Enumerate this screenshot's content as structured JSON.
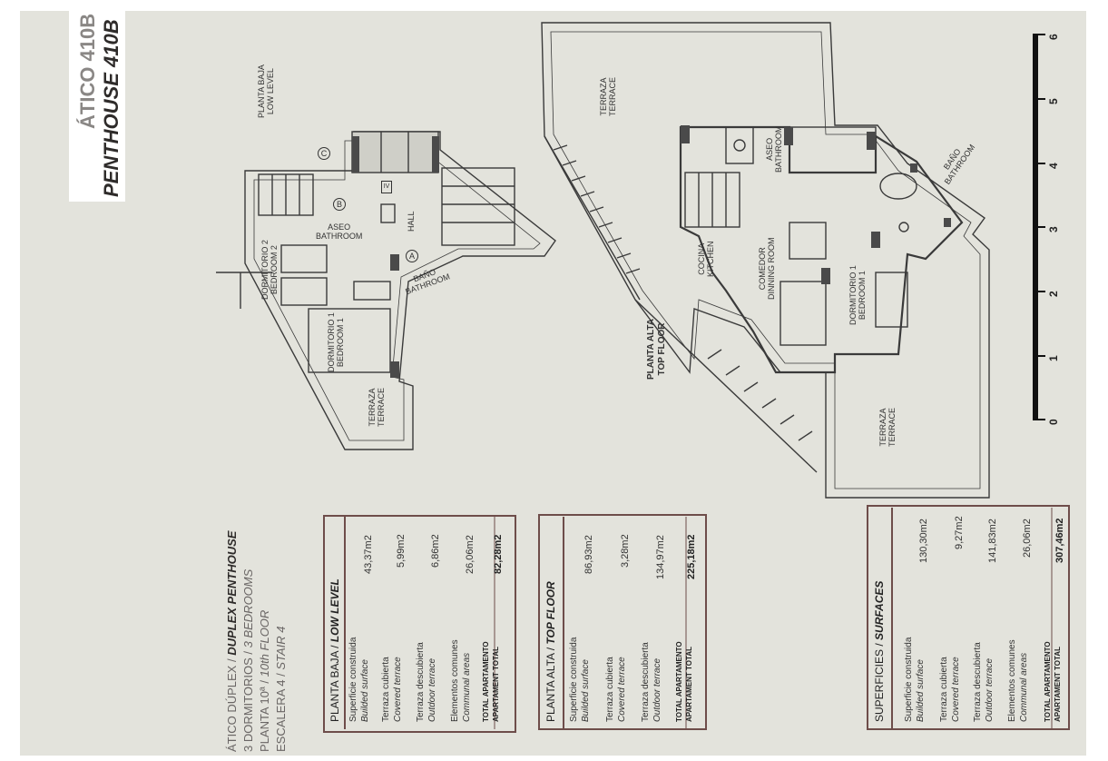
{
  "header": {
    "title_es": "ÁTICO 410B",
    "title_en": "PENTHOUSE 410B"
  },
  "description": {
    "line1_es": "ÁTICO DÚPLEX / ",
    "line1_en": "DUPLEX PENTHOUSE",
    "line2_es": "3 DORMITORIOS / ",
    "line2_en": "3 BEDROOMS",
    "line3_es": "PLANTA 10ª / ",
    "line3_en": "10th FLOOR",
    "line4_es": "ESCALERA 4 / ",
    "line4_en": "STAIR 4"
  },
  "tables": {
    "low": {
      "header_es": "PLANTA BAJA / ",
      "header_en": "LOW LEVEL",
      "rows": [
        {
          "es": "Superficie construida",
          "en": "Builded surface",
          "value": "43,37m2"
        },
        {
          "es": "Terraza cubierta",
          "en": "Covered terrace",
          "value": "5,99m2"
        },
        {
          "es": "Terraza descubierta",
          "en": "Outdoor terrace",
          "value": "6,86m2"
        },
        {
          "es": "Elementos comunes",
          "en": "Communal areas",
          "value": "26,06m2"
        }
      ],
      "total_es": "TOTAL APARTAMENTO",
      "total_en": "APARTAMENT TOTAL",
      "total_value": "82,28m2"
    },
    "top": {
      "header_es": "PLANTA ALTA / ",
      "header_en": "TOP FLOOR",
      "rows": [
        {
          "es": "Superficie construida",
          "en": "Builded surface",
          "value": "86,93m2"
        },
        {
          "es": "Terraza cubierta",
          "en": "Covered terrace",
          "value": "3,28m2"
        },
        {
          "es": "Terraza descubierta",
          "en": "Outdoor terrace",
          "value": "134,97m2"
        }
      ],
      "total_es": "TOTAL APARTAMENTO",
      "total_en": "APARTAMENT TOTAL",
      "total_value": "225,18m2"
    },
    "surfaces": {
      "header_es": "SUPERFICIES / ",
      "header_en": "SURFACES",
      "rows": [
        {
          "es": "Superficie construida",
          "en": "Builded surface",
          "value": "130,30m2"
        },
        {
          "es": "Terraza cubierta",
          "en": "Covered terrace",
          "value": "9,27m2"
        },
        {
          "es": "Terraza descubierta",
          "en": "Outdoor terrace",
          "value": "141,83m2"
        },
        {
          "es": "Elementos comunes",
          "en": "Communal areas",
          "value": "26,06m2"
        }
      ],
      "total_es": "TOTAL APARTAMENTO",
      "total_en": "APARTAMENT TOTAL",
      "total_value": "307,46m2"
    }
  },
  "plan_labels": {
    "low_level_es": "PLANTA BAJA",
    "low_level_en": "LOW LEVEL",
    "top_floor_es": "PLANTA ALTA",
    "top_floor_en": "TOP FLOOR",
    "bedroom2_es": "DORMITORIO 2",
    "bedroom2_en": "BEDROOM 2",
    "bedroom1_low_es": "DORMITORIO 1",
    "bedroom1_low_en": "BEDROOM 1",
    "aseo_es": "ASEO",
    "aseo_en": "BATHROOM",
    "hall": "HALL",
    "bano_es": "BAÑO",
    "bano_en": "BATHROOM",
    "terraza_es": "TERRAZA",
    "terraza_en": "TERRACE",
    "cocina_es": "COCINA",
    "cocina_en": "KITCHEN",
    "comedor_es": "COMEDOR",
    "comedor_en": "DINNING ROOM",
    "bedroom1_top_es": "DORMITORIO 1",
    "bedroom1_top_en": "BEDROOM 1",
    "marker_a": "A",
    "marker_b": "B",
    "marker_c": "C",
    "marker_iv": "IV"
  },
  "scale": {
    "ticks": [
      "0",
      "1",
      "2",
      "3",
      "4",
      "5",
      "6"
    ]
  },
  "colors": {
    "frame": "#6e4d4a",
    "background": "#e3e3dc",
    "title_grey": "#8a8785"
  }
}
